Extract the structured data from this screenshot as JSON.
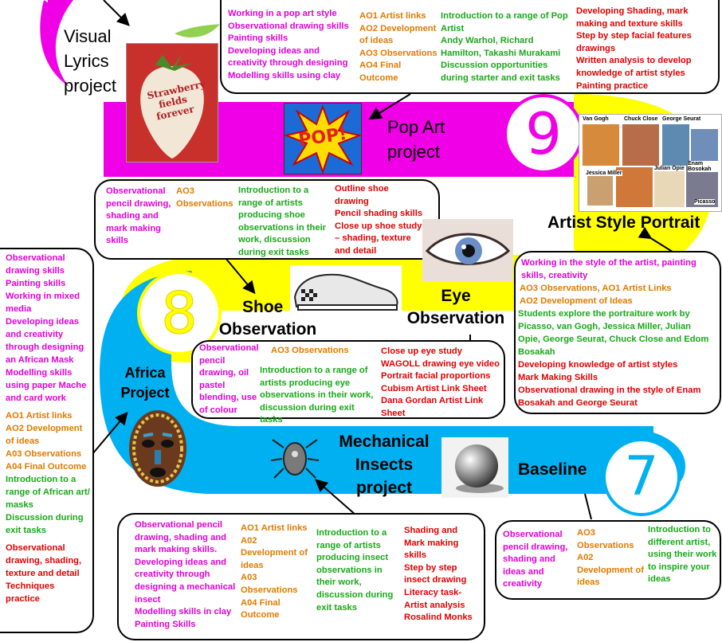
{
  "projects": {
    "visual_lyrics": {
      "title": "Visual Lyrics project",
      "title_lines": [
        "Visual",
        "Lyrics",
        "project"
      ],
      "artwork_text": "Strawberry fields forever"
    },
    "pop_art": {
      "title_lines": [
        "Pop Art",
        "project"
      ],
      "year": "9",
      "image_text": "POP!",
      "col1": [
        "Working in a pop art style",
        "Observational drawing skills",
        "Painting skills",
        "Developing ideas and creativity through designing",
        "Modelling skills using clay"
      ],
      "col2": [
        "AO1 Artist links",
        "AO2 Development of ideas",
        "AO3 Observations",
        "AO4 Final Outcome"
      ],
      "col3": [
        "Introduction to a range of Pop Artist",
        "Andy Warhol, Richard Hamilton, Takashi Murakami",
        "Discussion opportunities during starter and exit tasks"
      ],
      "col4": [
        "Developing Shading, mark making and texture skills",
        "Step by step facial features drawings",
        "Written analysis to develop knowledge of artist styles",
        "Painting practice"
      ]
    },
    "artist_style_portrait": {
      "title": "Artist Style Portrait",
      "portrait_names": [
        "Van Gogh",
        "Chuck Close",
        "George Seurat",
        "Enam Bosokah",
        "Jessica Miller",
        "Julian Opie",
        "Picasso"
      ],
      "items": [
        {
          "text": "Working in the style of the artist, painting skills, creativity",
          "color": "mag"
        },
        {
          "text": "AO3 Observations, AO1 Artist Links",
          "color": "org"
        },
        {
          "text": "AO2 Development of Ideas",
          "color": "org"
        },
        {
          "text": "Students explore the portraiture work by Picasso, van Gogh, Jessica Miller, Julian Opie, George Seurat, Chuck Close and Edom Bosakah",
          "color": "grn"
        },
        {
          "text": "Developing knowledge of artist styles",
          "color": "red"
        },
        {
          "text": "Mark Making Skills",
          "color": "red"
        },
        {
          "text": "Observational drawing in the style of Enam Bosakah and George Seurat",
          "color": "red"
        }
      ]
    },
    "shoe_observation": {
      "title_lines": [
        "Shoe",
        "Observation"
      ],
      "year": "8",
      "col1": [
        "Observational pencil drawing, shading and mark making skills"
      ],
      "col2": [
        "AO3 Observations"
      ],
      "col3": [
        "Introduction to a range of artists producing shoe observations in their work, discussion during exit tasks"
      ],
      "col4": [
        "Outline shoe drawing",
        "Pencil shading skills",
        "Close up shoe study – shading, texture and detail"
      ]
    },
    "eye_observation": {
      "title_lines": [
        "Eye",
        "Observation"
      ],
      "col1": [
        "Observational pencil drawing, oil pastel blending, use of colour"
      ],
      "col2": [
        "AO3 Observations"
      ],
      "col3": [
        "Introduction to a range of artists producing eye observations in their work, discussion during exit tasks"
      ],
      "col4": [
        "Close up eye study",
        "WAGOLL drawing eye video",
        "Portrait facial proportions",
        "Cubism Artist Link Sheet",
        "Dana Gordan Artist Link Sheet"
      ]
    },
    "africa": {
      "title_lines": [
        "Africa",
        "Project"
      ],
      "mag": [
        "Observational drawing skills",
        "Painting skills",
        "Working in mixed media",
        "Developing ideas and creativity through designing an African Mask",
        "Modelling skills using paper Mache and card work"
      ],
      "org": [
        "AO1 Artist links",
        "AO2 Development of ideas",
        "A03 Observations",
        "A04 Final Outcome"
      ],
      "grn": [
        "Introduction to a range of African art/ masks",
        "Discussion during exit tasks"
      ],
      "red": [
        "Observational drawing, shading, texture and detail Techniques practice"
      ]
    },
    "mechanical_insects": {
      "title_lines": [
        "Mechanical",
        "Insects",
        "project"
      ],
      "col1": [
        "Observational pencil drawing, shading and mark making skills.",
        "Developing ideas and creativity through designing a mechanical insect",
        "Modelling skills in clay",
        "Painting Skills"
      ],
      "col2": [
        "AO1 Artist links",
        "A02 Development of ideas",
        "A03 Observations",
        "A04 Final Outcome"
      ],
      "col3": [
        "Introduction to a range of artists producing insect observations in their work, discussion during exit tasks"
      ],
      "col4": [
        "Shading and Mark making skills",
        "Step by step insect drawing",
        "Literacy task-Artist analysis",
        "Rosalind Monks"
      ]
    },
    "baseline": {
      "title": "Baseline",
      "year": "7",
      "col1": [
        "Observational pencil drawing, shading and ideas and creativity"
      ],
      "col2": [
        "AO3 Observations",
        "A02 Development of ideas"
      ],
      "col3": [
        "Introduction to different artist, using their work to inspire your ideas"
      ]
    }
  },
  "colors": {
    "magenta": "#f000e6",
    "yellow": "#ffff00",
    "blue": "#00b0f0",
    "green": "#92d050",
    "text_magenta": "#e000d6",
    "text_orange": "#e07a00",
    "text_green": "#18a818",
    "text_red": "#e00000"
  }
}
